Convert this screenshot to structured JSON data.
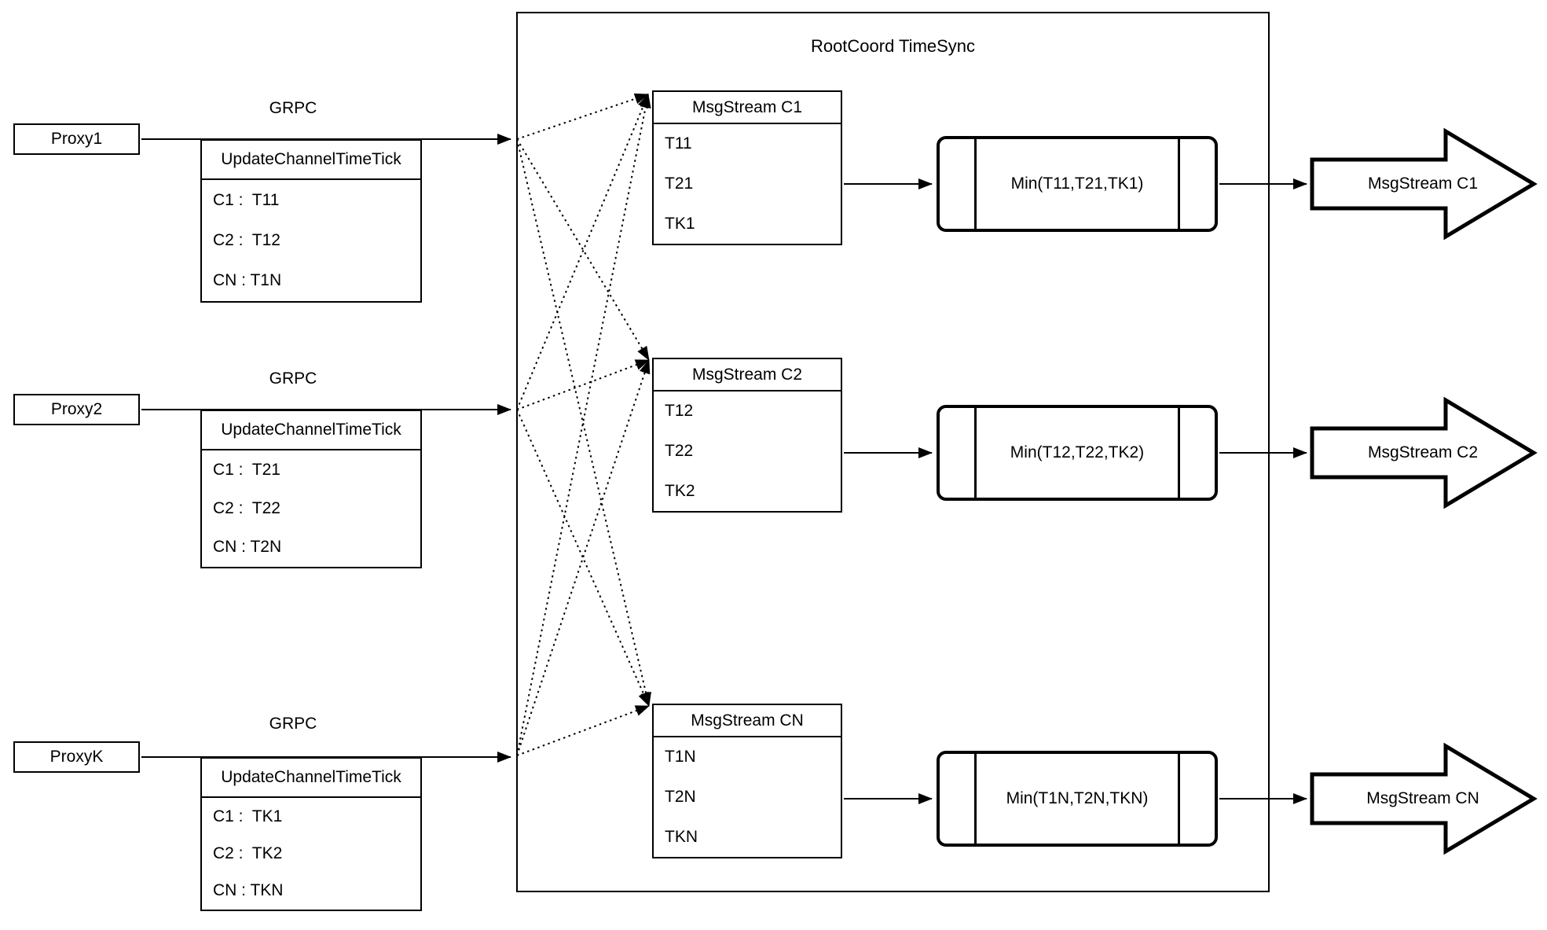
{
  "colors": {
    "stroke": "#000000",
    "background": "#ffffff"
  },
  "grpc_label": "GRPC",
  "root_box": {
    "title": "RootCoord TimeSync"
  },
  "proxies": [
    {
      "name": "Proxy1",
      "header": "UpdateChannelTimeTick",
      "rows": [
        "C1 :  T11",
        "C2 :  T12",
        "CN : T1N"
      ]
    },
    {
      "name": "Proxy2",
      "header": "UpdateChannelTimeTick",
      "rows": [
        "C1 :  T21",
        "C2 :  T22",
        "CN : T2N"
      ]
    },
    {
      "name": "ProxyK",
      "header": "UpdateChannelTimeTick",
      "rows": [
        "C1 :  TK1",
        "C2 :  TK2",
        "CN : TKN"
      ]
    }
  ],
  "streams": [
    {
      "title": "MsgStream C1",
      "ticks": [
        "T11",
        "T21",
        "TK1"
      ],
      "min_label": "Min(T11,T21,TK1)",
      "output_label": "MsgStream C1"
    },
    {
      "title": "MsgStream C2",
      "ticks": [
        "T12",
        "T22",
        "TK2"
      ],
      "min_label": "Min(T12,T22,TK2)",
      "output_label": "MsgStream C2"
    },
    {
      "title": "MsgStream CN",
      "ticks": [
        "T1N",
        "T2N",
        "TKN"
      ],
      "min_label": "Min(T1N,T2N,TKN)",
      "output_label": "MsgStream CN"
    }
  ]
}
